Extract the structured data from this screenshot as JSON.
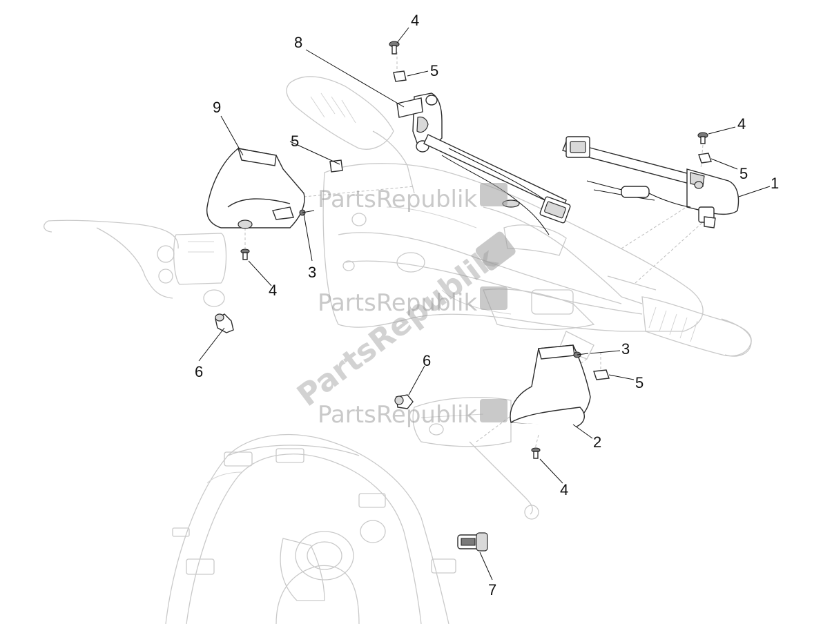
{
  "watermark": {
    "text": "PartsRepublik",
    "color": "#9c9c9c"
  },
  "callouts": [
    {
      "id": "c1",
      "label": "1"
    },
    {
      "id": "c2",
      "label": "2"
    },
    {
      "id": "c3a",
      "label": "3"
    },
    {
      "id": "c3b",
      "label": "3"
    },
    {
      "id": "c4a",
      "label": "4"
    },
    {
      "id": "c4b",
      "label": "4"
    },
    {
      "id": "c4c",
      "label": "4"
    },
    {
      "id": "c4d",
      "label": "4"
    },
    {
      "id": "c5a",
      "label": "5"
    },
    {
      "id": "c5b",
      "label": "5"
    },
    {
      "id": "c5c",
      "label": "5"
    },
    {
      "id": "c5d",
      "label": "5"
    },
    {
      "id": "c6a",
      "label": "6"
    },
    {
      "id": "c6b",
      "label": "6"
    },
    {
      "id": "c7",
      "label": "7"
    },
    {
      "id": "c8",
      "label": "8"
    },
    {
      "id": "c9",
      "label": "9"
    }
  ]
}
